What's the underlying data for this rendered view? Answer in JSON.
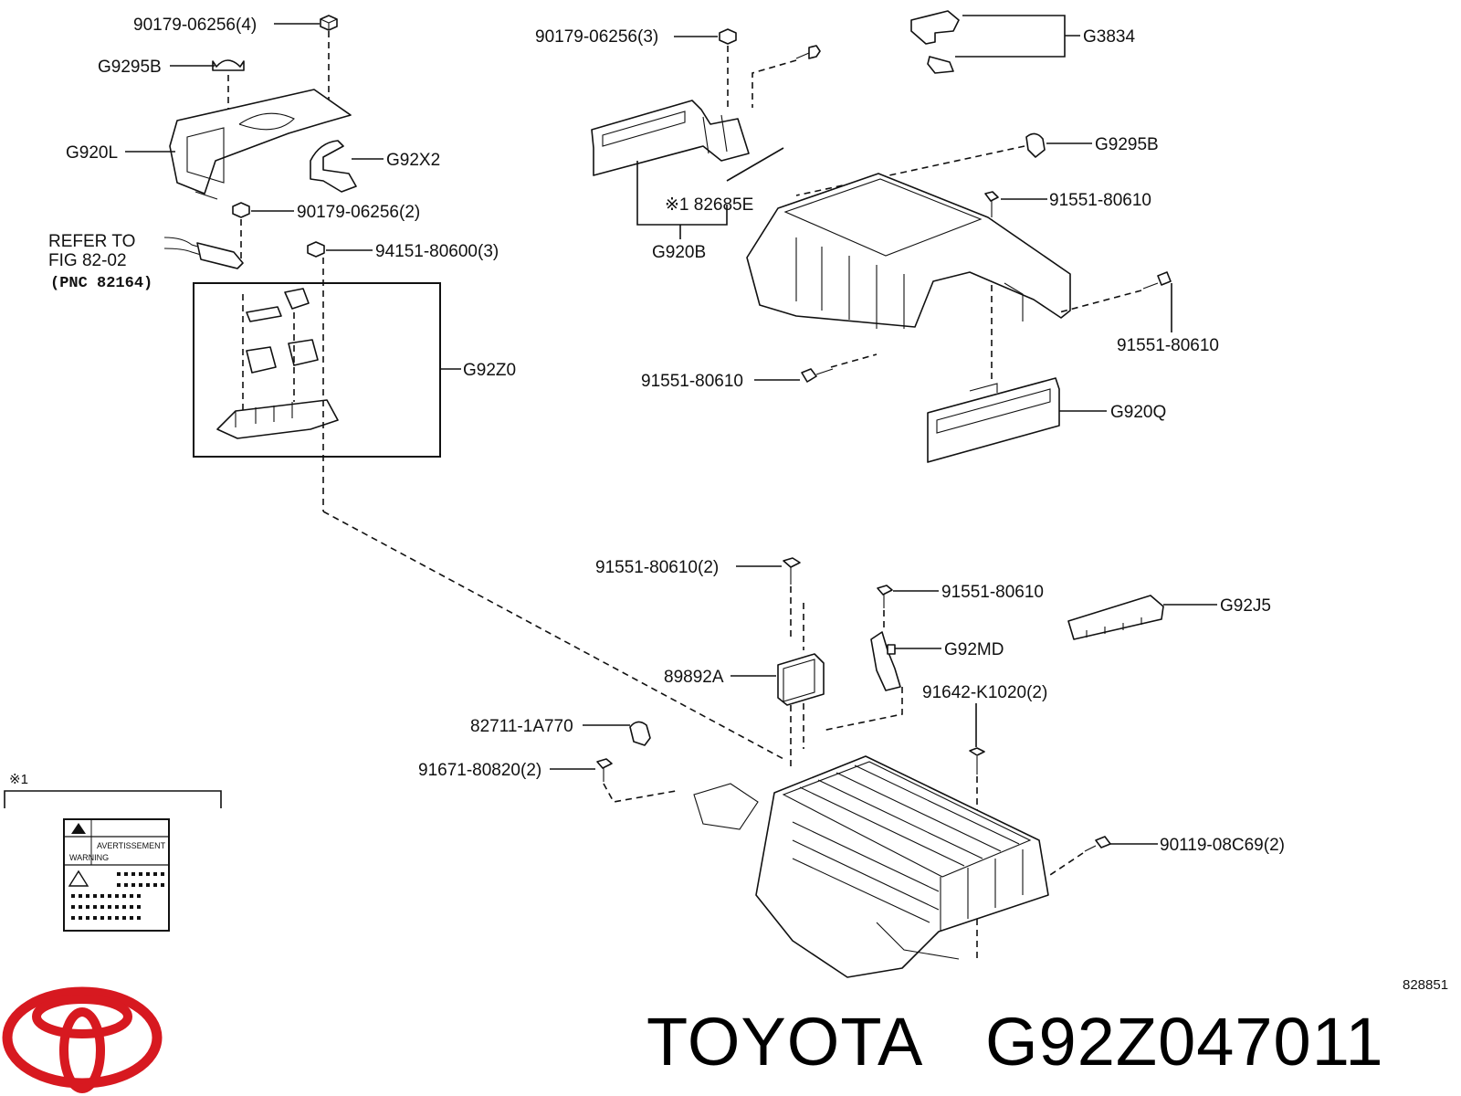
{
  "labels": {
    "p_90179_06256_4": "90179-06256(4)",
    "g9295b_left": "G9295B",
    "g920l": "G920L",
    "g92x2": "G92X2",
    "p_90179_06256_2": "90179-06256(2)",
    "refer_to": "REFER TO",
    "fig_82_02": "FIG 82-02",
    "pnc": "(PNC 82164)",
    "p_94151_80600_3": "94151-80600(3)",
    "g92z0": "G92Z0",
    "p_90179_06256_3": "90179-06256(3)",
    "g3834": "G3834",
    "g9295b_right": "G9295B",
    "ref_mark_82685e": "※1 82685E",
    "g920b": "G920B",
    "p_91551_80610_a": "91551-80610",
    "p_91551_80610_b": "91551-80610",
    "p_91551_80610_c": "91551-80610",
    "g920q": "G920Q",
    "p_91551_80610_2": "91551-80610(2)",
    "p_91551_80610_d": "91551-80610",
    "g92j5": "G92J5",
    "g92md": "G92MD",
    "p_89892a": "89892A",
    "p_91642_k1020_2": "91642-K1020(2)",
    "p_82711_1a770": "82711-1A770",
    "p_91671_80820_2": "91671-80820(2)",
    "p_90119_08c69_2": "90119-08C69(2)",
    "note_mark": "※1",
    "warning_avert": "AVERTISSEMENT",
    "warning_word": "WARNING",
    "drawing_no": "828851"
  },
  "footer": {
    "brand": "TOYOTA",
    "part_number": "G92Z047011"
  },
  "logo": {
    "name": "toyota-logo-icon",
    "color": "#d71920"
  }
}
